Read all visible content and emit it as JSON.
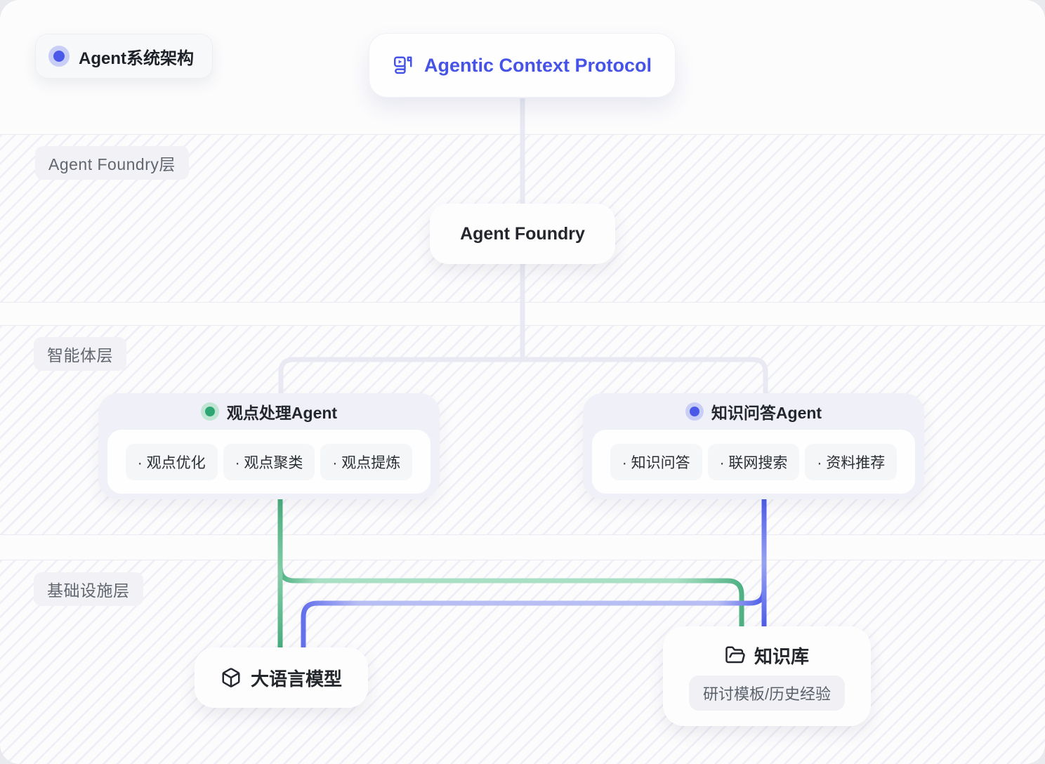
{
  "header": {
    "legend": {
      "label": "Agent系统架构"
    },
    "protocol": {
      "label": "Agentic Context Protocol"
    }
  },
  "layers": [
    {
      "label": "Agent Foundry层"
    },
    {
      "label": "智能体层"
    },
    {
      "label": "基础设施层"
    }
  ],
  "nodes": {
    "agent_foundry": {
      "label": "Agent Foundry"
    },
    "llm": {
      "label": "大语言模型"
    },
    "knowledge_base": {
      "label": "知识库",
      "subtitle": "研讨模板/历史经验"
    }
  },
  "agents": [
    {
      "title": "观点处理Agent",
      "dot_color": "#2EA673",
      "tags": [
        "· 观点优化",
        "· 观点聚类",
        "· 观点提炼"
      ]
    },
    {
      "title": "知识问答Agent",
      "dot_color": "#4A59E8",
      "tags": [
        "· 知识问答",
        "· 联网搜索",
        "· 资料推荐"
      ]
    }
  ],
  "colors": {
    "accent_blue": "#4653E6",
    "agent_green": "#2EA673",
    "line_green": "#4FB183",
    "line_green_light": "#A9DFC4",
    "line_blue": "#4D5BE8",
    "line_blue_light": "#B7BEF4",
    "connector_gray": "#E8E9F2",
    "card_bg": "#F0F1F8",
    "canvas_bg": "#FCFCFD"
  }
}
